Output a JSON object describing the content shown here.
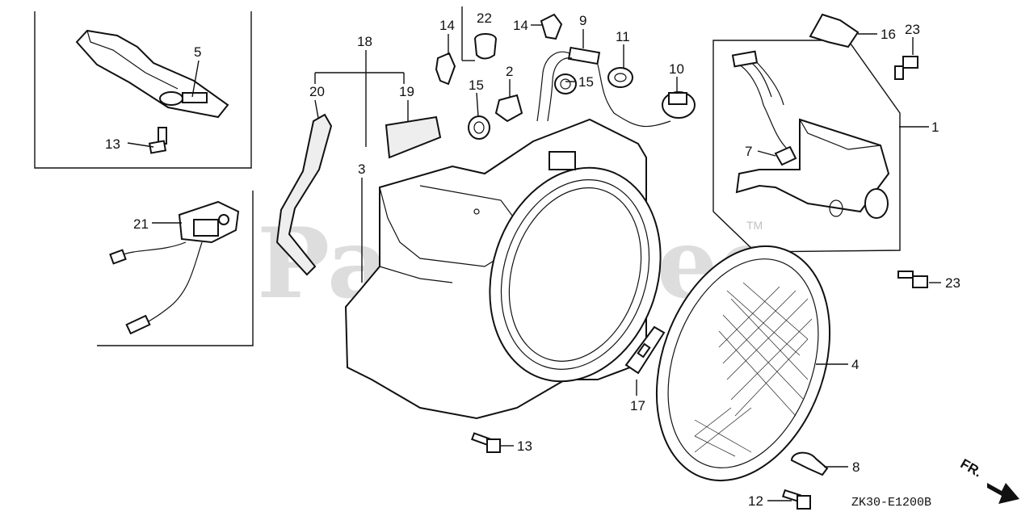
{
  "watermark": {
    "text": "PartsTree",
    "trademark": "TM"
  },
  "diagram_code": "ZK30-E1200B",
  "direction_marker": {
    "label": "FR."
  },
  "callouts": [
    {
      "id": "c1",
      "label": "1"
    },
    {
      "id": "c2",
      "label": "2"
    },
    {
      "id": "c3",
      "label": "3"
    },
    {
      "id": "c4",
      "label": "4"
    },
    {
      "id": "c5",
      "label": "5"
    },
    {
      "id": "c7",
      "label": "7"
    },
    {
      "id": "c8",
      "label": "8"
    },
    {
      "id": "c9",
      "label": "9"
    },
    {
      "id": "c10",
      "label": "10"
    },
    {
      "id": "c11",
      "label": "11"
    },
    {
      "id": "c12",
      "label": "12"
    },
    {
      "id": "c13a",
      "label": "13"
    },
    {
      "id": "c13b",
      "label": "13"
    },
    {
      "id": "c14a",
      "label": "14"
    },
    {
      "id": "c14b",
      "label": "14"
    },
    {
      "id": "c15a",
      "label": "15"
    },
    {
      "id": "c15b",
      "label": "15"
    },
    {
      "id": "c16",
      "label": "16"
    },
    {
      "id": "c17",
      "label": "17"
    },
    {
      "id": "c18",
      "label": "18"
    },
    {
      "id": "c19",
      "label": "19"
    },
    {
      "id": "c20",
      "label": "20"
    },
    {
      "id": "c21",
      "label": "21"
    },
    {
      "id": "c22",
      "label": "22"
    },
    {
      "id": "c23a",
      "label": "23"
    },
    {
      "id": "c23b",
      "label": "23"
    }
  ]
}
